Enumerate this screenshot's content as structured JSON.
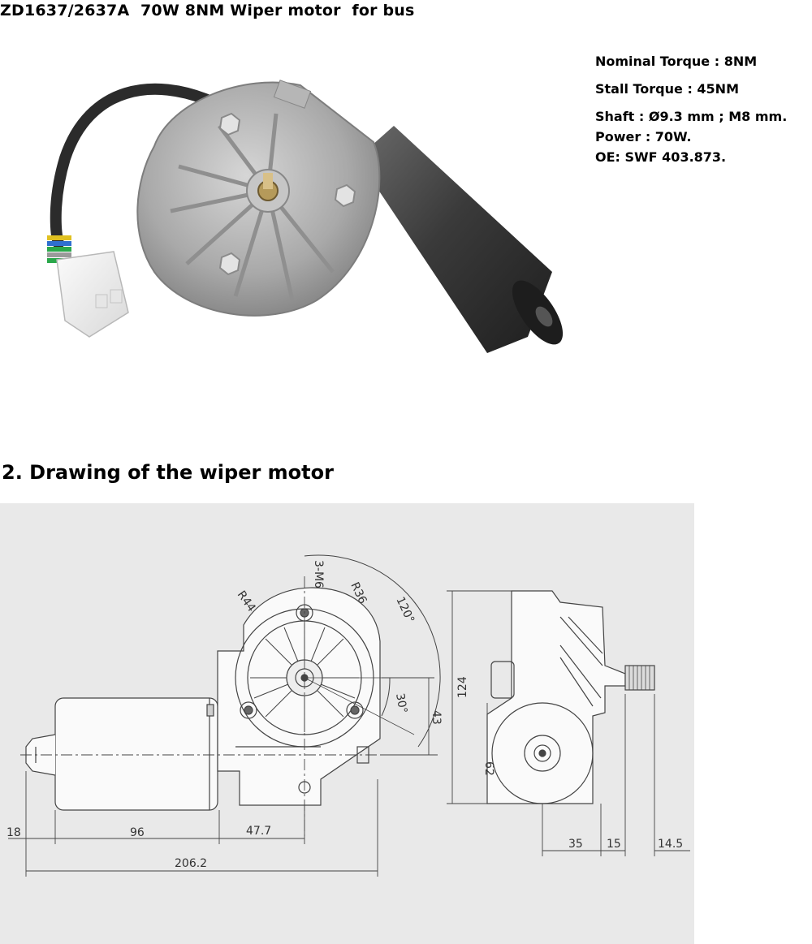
{
  "product_title": "ZD1637/2637A  70W 8NM Wiper motor  for bus",
  "specs": [
    "Nominal Torque : 8NM",
    "Stall Torque : 45NM",
    "Shaft : Ø9.3 mm ; M8 mm.",
    "Power : 70W.",
    "OE: SWF 403.873."
  ],
  "section_title": "2. Drawing of the wiper motor",
  "drawing": {
    "dims": {
      "d18": "18",
      "d96": "96",
      "d47_7": "47.7",
      "d206_2": "206.2",
      "d35": "35",
      "d15": "15",
      "d14_5": "14.5",
      "d124": "124",
      "d62": "62",
      "d43": "43",
      "r44": "R44",
      "r36": "R36",
      "m6": "3-M6",
      "a120": "120°",
      "a30": "30°"
    }
  }
}
